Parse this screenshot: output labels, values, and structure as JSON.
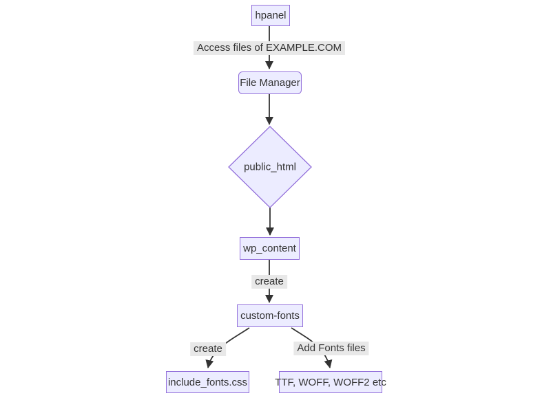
{
  "diagram": {
    "type": "flowchart",
    "direction": "top-down",
    "nodes": [
      {
        "id": "hpanel",
        "label": "hpanel",
        "shape": "rectangle"
      },
      {
        "id": "file_manager",
        "label": "File Manager",
        "shape": "rounded-rectangle"
      },
      {
        "id": "public_html",
        "label": "public_html",
        "shape": "diamond"
      },
      {
        "id": "wp_content",
        "label": "wp_content",
        "shape": "rectangle"
      },
      {
        "id": "custom_fonts",
        "label": "custom-fonts",
        "shape": "rectangle"
      },
      {
        "id": "include_fonts_css",
        "label": "include_fonts.css",
        "shape": "rectangle"
      },
      {
        "id": "ttf_woff_woff2",
        "label": "TTF, WOFF, WOFF2 etc",
        "shape": "rectangle"
      }
    ],
    "edges": [
      {
        "from": "hpanel",
        "to": "file_manager",
        "label": "Access files of EXAMPLE.COM"
      },
      {
        "from": "file_manager",
        "to": "public_html",
        "label": ""
      },
      {
        "from": "public_html",
        "to": "wp_content",
        "label": ""
      },
      {
        "from": "wp_content",
        "to": "custom_fonts",
        "label": "create"
      },
      {
        "from": "custom_fonts",
        "to": "include_fonts_css",
        "label": "create"
      },
      {
        "from": "custom_fonts",
        "to": "ttf_woff_woff2",
        "label": "Add Fonts files"
      }
    ],
    "colors": {
      "node_fill": "#ECECFF",
      "node_border": "#9370DB",
      "edge_label_bg": "#E8E8E8",
      "text": "#333333",
      "arrow": "#333333",
      "background": "#FFFFFF"
    }
  }
}
